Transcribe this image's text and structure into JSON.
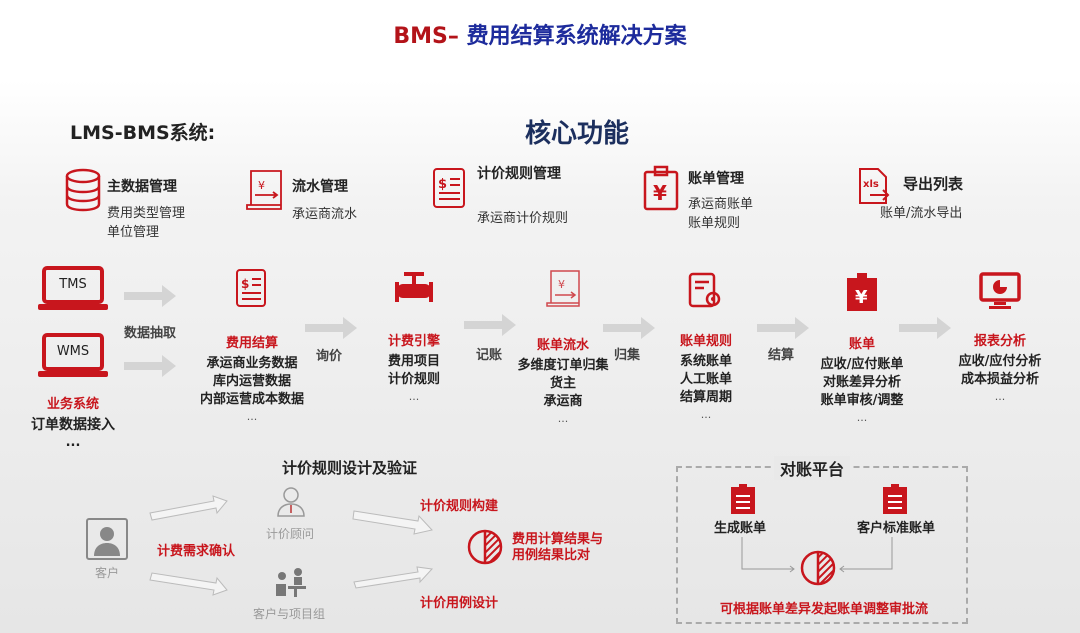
{
  "title": {
    "prefix": "BMS–",
    "main": "费用结算系统解决方案"
  },
  "system_label": "LMS-BMS系统:",
  "core_title": "核心功能",
  "features": [
    {
      "icon": "database-icon",
      "title": "主数据管理",
      "lines": [
        "费用类型管理",
        "单位管理"
      ]
    },
    {
      "icon": "scroll-yen-icon",
      "title": "流水管理",
      "lines": [
        "承运商流水"
      ]
    },
    {
      "icon": "dollar-doc-icon",
      "title": "计价规则管理",
      "lines": [
        "承运商计价规则"
      ]
    },
    {
      "icon": "clipboard-yen-icon",
      "title": "账单管理",
      "lines": [
        "承运商账单",
        "账单规则"
      ]
    },
    {
      "icon": "xls-export-icon",
      "title": "导出列表",
      "lines": [
        "账单/流水导出"
      ]
    }
  ],
  "sources": {
    "systems": [
      "TMS",
      "WMS"
    ],
    "title": "业务系统",
    "lines": [
      "订单数据接入",
      "..."
    ]
  },
  "stages": [
    {
      "icon": "dollar-doc-icon",
      "title": "费用结算",
      "lines": [
        "承运商业务数据",
        "库内运营数据",
        "内部运营成本数据"
      ],
      "more": "..."
    },
    {
      "icon": "valve-icon",
      "title": "计费引擎",
      "lines": [
        "费用项目",
        "计价规则"
      ],
      "more": "..."
    },
    {
      "icon": "scroll-yen-icon",
      "title": "账单流水",
      "lines": [
        "多维度订单归集",
        "货主",
        "承运商"
      ],
      "more": "..."
    },
    {
      "icon": "doc-gear-icon",
      "title": "账单规则",
      "lines": [
        "系统账单",
        "人工账单",
        "结算周期"
      ],
      "more": "..."
    },
    {
      "icon": "clipboard-yen-icon",
      "title": "账单",
      "lines": [
        "应收/应付账单",
        "对账差异分析",
        "账单审核/调整"
      ],
      "more": "..."
    },
    {
      "icon": "monitor-chart-icon",
      "title": "报表分析",
      "lines": [
        "应收/应付分析",
        "成本损益分析"
      ],
      "more": "..."
    }
  ],
  "flow_labels": [
    "数据抽取",
    "询价",
    "记账",
    "归集",
    "结算"
  ],
  "pricing": {
    "title": "计价规则设计及验证",
    "customer": "客户",
    "confirm": "计费需求确认",
    "consultant": "计价顾问",
    "team": "客户与项目组",
    "build": "计价规则构建",
    "case": "计价用例设计",
    "compare": [
      "费用计算结果与",
      "用例结果比对"
    ]
  },
  "recon": {
    "title": "对账平台",
    "generated": "生成账单",
    "customer_std": "客户标准账单",
    "note": "可根据账单差异发起账单调整审批流"
  },
  "colors": {
    "accent": "#c8161d",
    "title_blue": "#1d2b9c",
    "arrow": "#d6d6d6"
  }
}
